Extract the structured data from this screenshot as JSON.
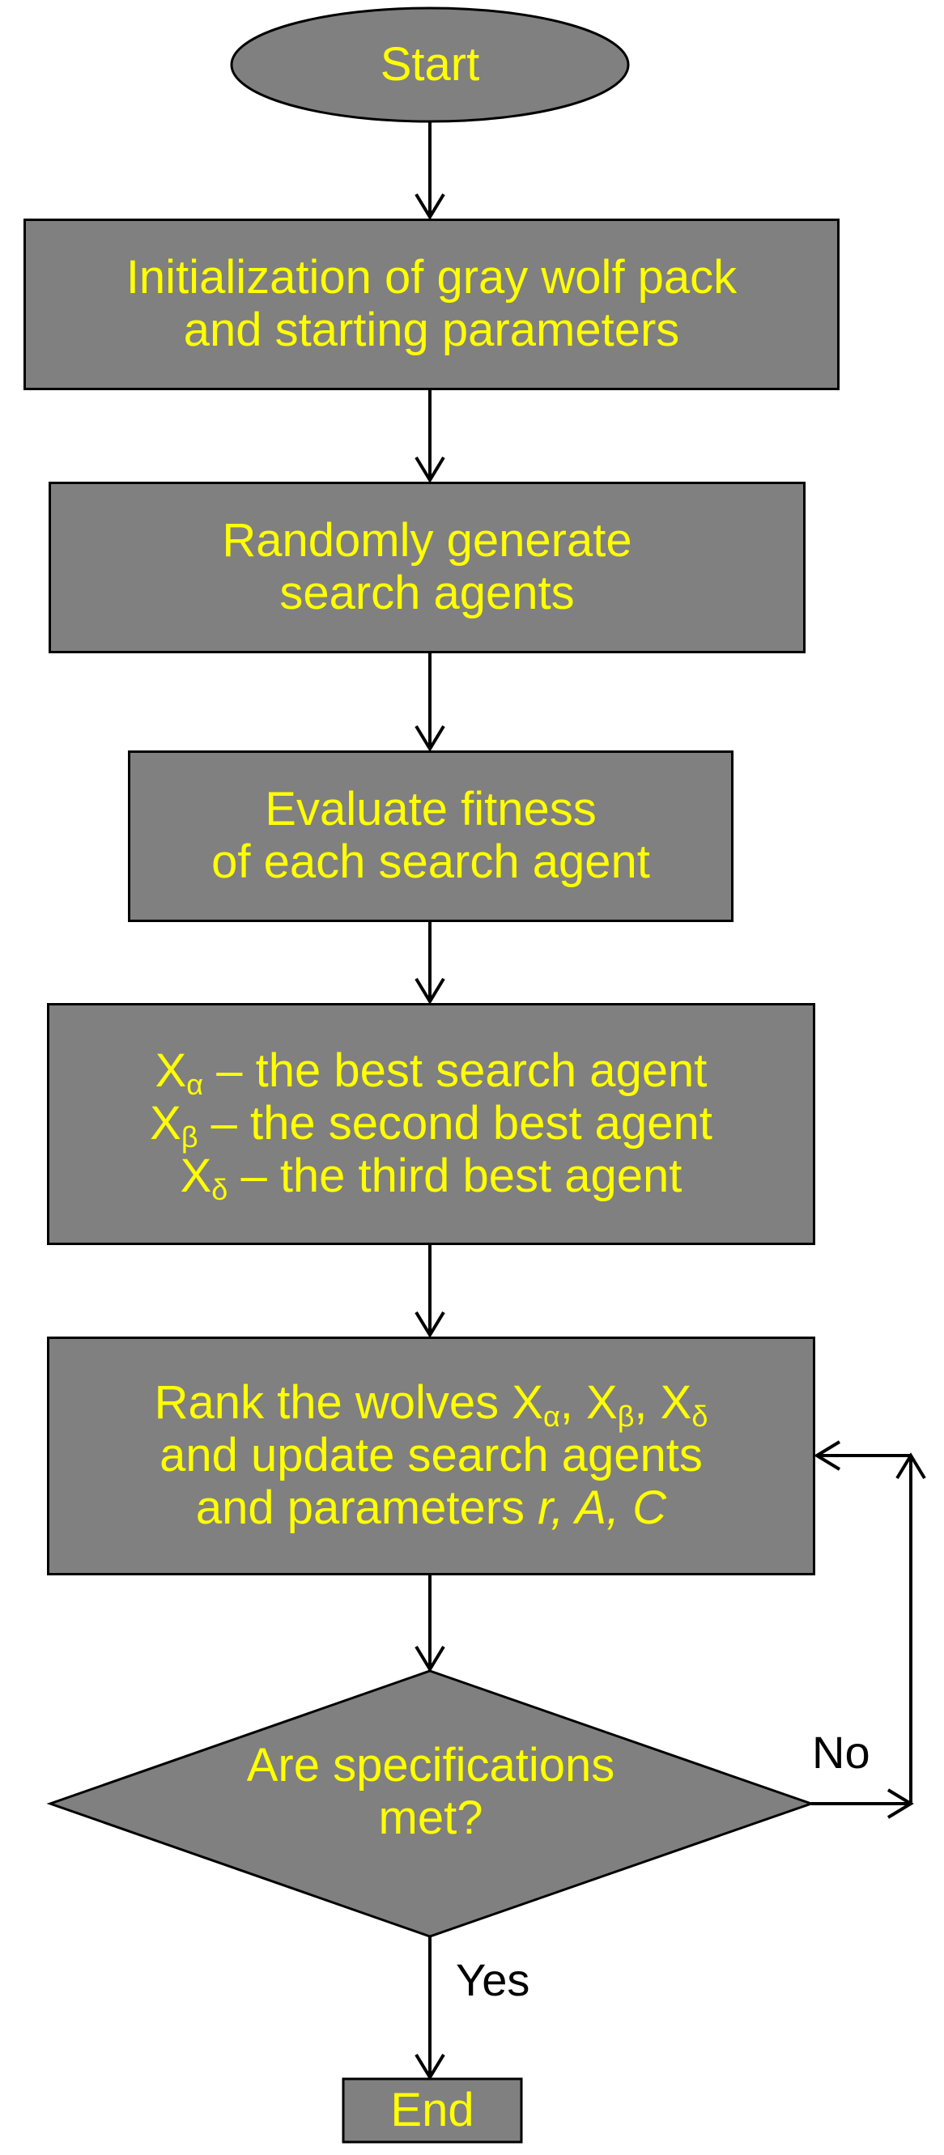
{
  "nodes": {
    "start": {
      "text": "Start"
    },
    "init": {
      "line1": "Initialization of gray wolf pack",
      "line2": "and starting parameters"
    },
    "random": {
      "line1": "Randomly generate",
      "line2": "search agents"
    },
    "evaluate": {
      "line1": "Evaluate fitness",
      "line2": "of each search agent"
    },
    "hierarchy": {
      "alpha": {
        "var": "X",
        "sub": "α",
        "text": " – the best search agent"
      },
      "beta": {
        "var": "X",
        "sub": "β",
        "text": " – the second best agent"
      },
      "delta": {
        "var": "X",
        "sub": "δ",
        "text": " – the third best agent"
      }
    },
    "rank": {
      "line1_prefix": "Rank the wolves ",
      "x": "X",
      "sub_alpha": "α",
      "sub_beta": "β",
      "sub_delta": "δ",
      "sep": ", ",
      "line2": "and update search agents",
      "line3_prefix": "and parameters ",
      "params": "r, A, C"
    },
    "decision": {
      "line1": "Are specifications",
      "line2": "met?"
    },
    "end": {
      "text": "End"
    }
  },
  "edges": {
    "no_label": "No",
    "yes_label": "Yes"
  },
  "colors": {
    "fill": "#808080",
    "text": "#ffff00",
    "stroke": "#000000",
    "background": "#ffffff"
  }
}
